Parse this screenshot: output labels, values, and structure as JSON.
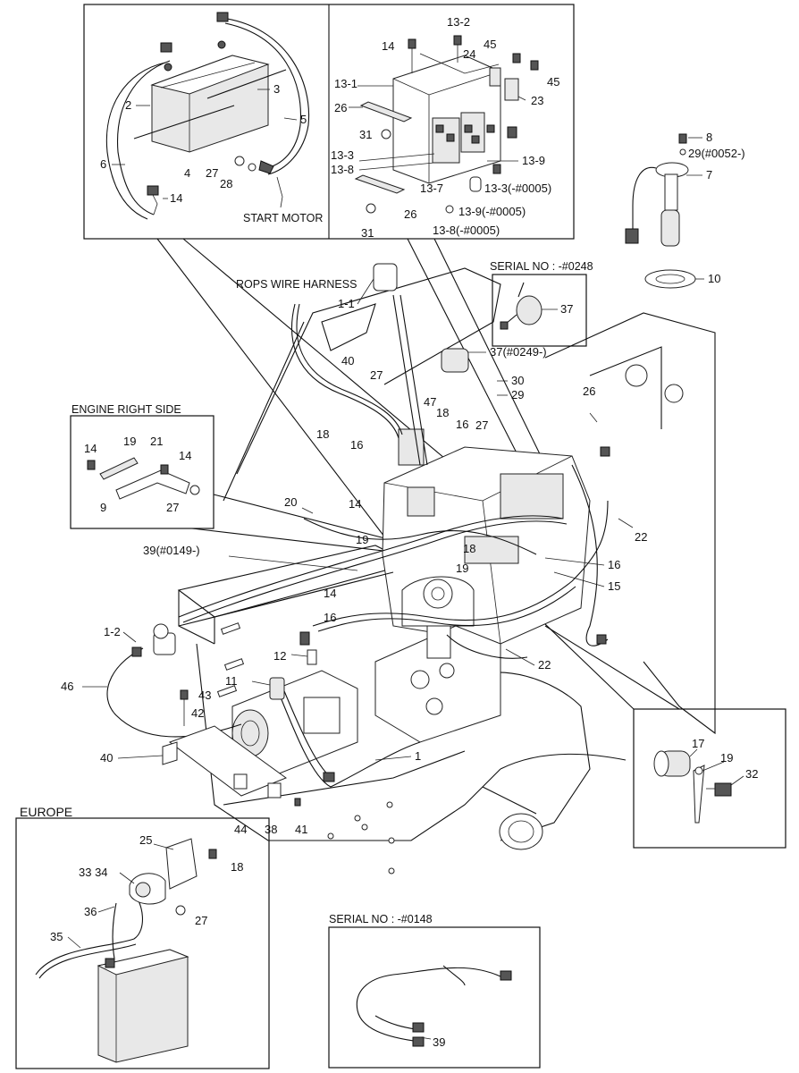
{
  "callouts": {
    "c_13_2": "13-2",
    "c_14a": "14",
    "c_24": "24",
    "c_45a": "45",
    "c_45b": "45",
    "c_13_1": "13-1",
    "c_23": "23",
    "c_26a": "26",
    "c_31a": "31",
    "c_13_3": "13-3",
    "c_13_8": "13-8",
    "c_13_9": "13-9",
    "c_13_7": "13-7",
    "c_13_3v": "13-3(-#0005)",
    "c_26b": "26",
    "c_13_9v": "13-9(-#0005)",
    "c_31b": "31",
    "c_13_8v": "13-8(-#0005)",
    "c_2": "2",
    "c_3": "3",
    "c_5": "5",
    "c_6": "6",
    "c_4": "4",
    "c_27a": "27",
    "c_28": "28",
    "c_14b": "14",
    "c_8": "8",
    "c_29v": "29(#0052-)",
    "c_7": "7",
    "c_10": "10",
    "c_37": "37",
    "c_37v": "37(#0249-)",
    "c_1_1": "1-1",
    "c_40a": "40",
    "c_27b": "27",
    "c_30": "30",
    "c_29": "29",
    "c_47": "47",
    "c_18a": "18",
    "c_16a": "16",
    "c_27c": "27",
    "c_26c": "26",
    "c_18b": "18",
    "c_16b": "16",
    "c_er14a": "14",
    "c_er19": "19",
    "c_er21": "21",
    "c_er14b": "14",
    "c_er9": "9",
    "c_er27": "27",
    "c_20": "20",
    "c_14c": "14",
    "c_19a": "19",
    "c_39v": "39(#0149-)",
    "c_18c": "18",
    "c_19b": "19",
    "c_16c": "16",
    "c_22a": "22",
    "c_14d": "14",
    "c_15": "15",
    "c_16d": "16",
    "c_1_2": "1-2",
    "c_12": "12",
    "c_22b": "22",
    "c_11": "11",
    "c_46": "46",
    "c_43": "43",
    "c_42": "42",
    "c_40b": "40",
    "c_1": "1",
    "c_44": "44",
    "c_38": "38",
    "c_41": "41",
    "c_17": "17",
    "c_19c": "19",
    "c_32": "32",
    "c_25": "25",
    "c_18d": "18",
    "c_33_34": "33 34",
    "c_36": "36",
    "c_27d": "27",
    "c_35": "35",
    "c_39": "39"
  },
  "labels": {
    "start_motor": "START MOTOR",
    "rops_wire_harness": "ROPS WIRE HARNESS",
    "engine_right_side": "ENGINE RIGHT SIDE",
    "serial_0248": "SERIAL NO : -#0248",
    "serial_0148": "SERIAL NO : -#0148",
    "europe": "EUROPE"
  }
}
